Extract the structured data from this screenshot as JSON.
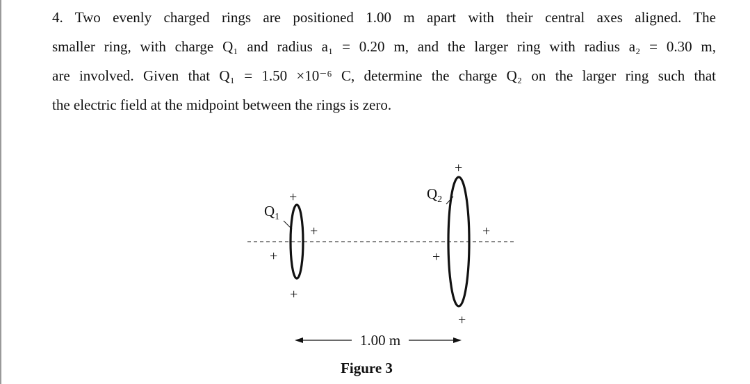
{
  "problem": {
    "lines": [
      "4. Two evenly charged rings are positioned 1.00 m apart with their central axes aligned. The",
      "smaller ring, with charge Q₁ and radius a₁ = 0.20 m, and the larger ring with radius a₂ = 0.30 m,",
      "are involved. Given that Q₁ = 1.50 ×10⁻⁶ C, determine the charge Q₂ on the larger ring such that",
      "the electric field at the midpoint between the rings is zero."
    ]
  },
  "figure": {
    "ring1_label": "Q",
    "ring1_sub": "1",
    "ring2_label": "Q",
    "ring2_sub": "2",
    "plus": "+",
    "distance_label": "1.00 m",
    "caption": "Figure 3"
  }
}
